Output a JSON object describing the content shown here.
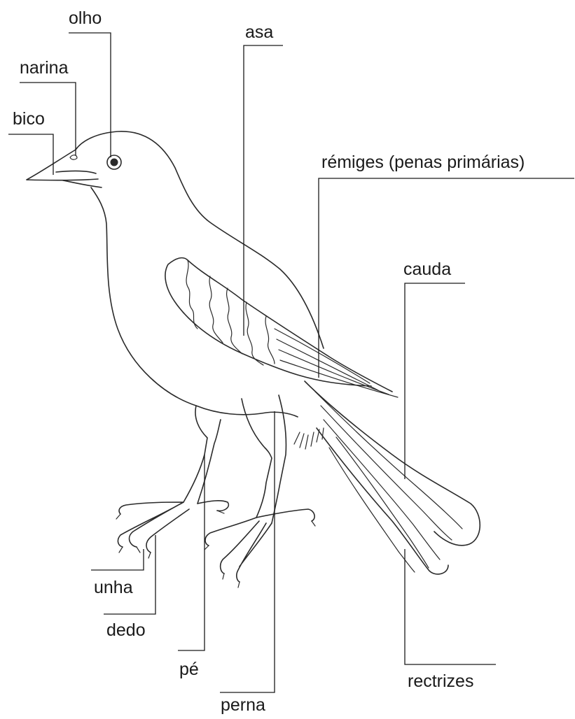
{
  "labels": {
    "olho": "olho",
    "narina": "narina",
    "bico": "bico",
    "asa": "asa",
    "remiges": "rémiges (penas primárias)",
    "cauda": "cauda",
    "unha": "unha",
    "dedo": "dedo",
    "pe": "pé",
    "perna": "perna",
    "rectrizes": "rectrizes"
  }
}
